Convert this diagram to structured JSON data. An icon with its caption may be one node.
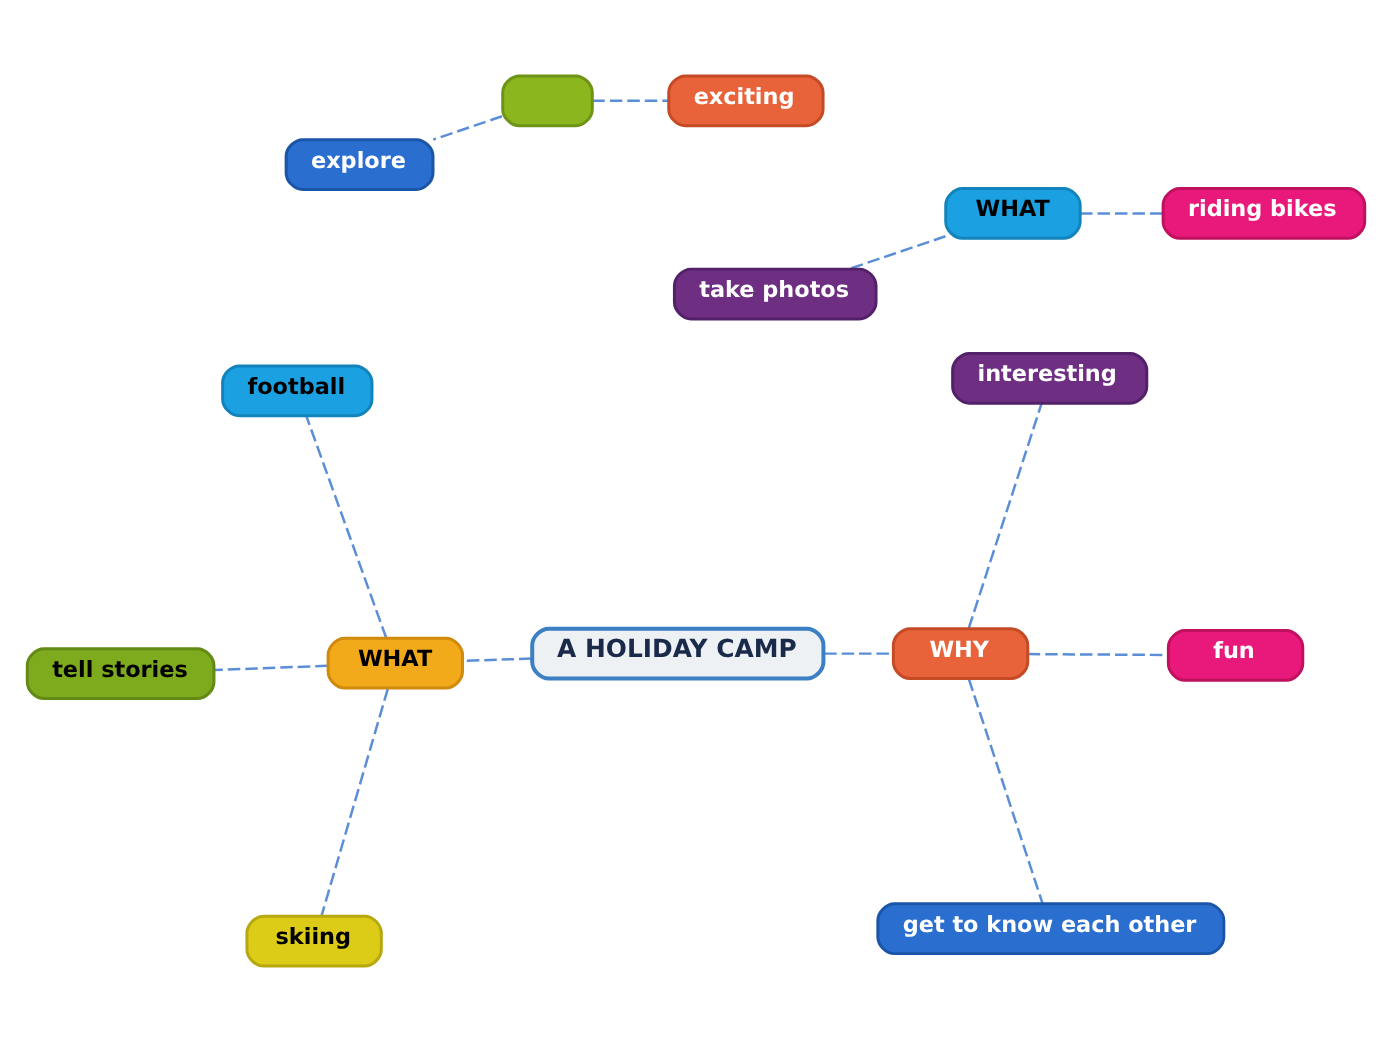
{
  "diagram": {
    "nodes": [
      {
        "text": [
          "WHAT"
        ]
      },
      {
        "text": [],
        "shape": "box"
      },
      {
        "text": [
          "exciting"
        ]
      },
      {
        "text": [
          "riding bikes"
        ]
      },
      {
        "text": [
          "take photos"
        ]
      },
      {
        "text": [
          "explore"
        ]
      },
      {
        "text": [
          "A HOLIDAY CAMP"
        ]
      },
      {
        "text": [
          "fun"
        ]
      },
      {
        "text": [
          "skiing"
        ]
      },
      {
        "text": [
          "WHY"
        ]
      },
      {
        "text": [
          "WHAT"
        ]
      },
      {
        "text": [
          "interesting"
        ]
      },
      {
        "text": [
          "football"
        ]
      },
      {
        "text": [
          "get to know each other"
        ]
      },
      {
        "text": [
          "tell stories"
        ]
      }
    ],
    "edges": [
      {
        "from": 6,
        "to": 10,
        "arrow": "none",
        "style": "dashed"
      },
      {
        "from": 6,
        "to": 9,
        "arrow": "none",
        "style": "dashed"
      },
      {
        "from": 10,
        "to": 8,
        "arrow": "none",
        "style": "dashed"
      },
      {
        "from": 10,
        "to": 12,
        "arrow": "none",
        "style": "dashed"
      },
      {
        "from": 10,
        "to": 14,
        "arrow": "none",
        "style": "dashed"
      },
      {
        "from": 9,
        "to": 7,
        "arrow": "none",
        "style": "dashed"
      },
      {
        "from": 9,
        "to": 11,
        "arrow": "none",
        "style": "dashed"
      },
      {
        "from": 9,
        "to": 13,
        "arrow": "none",
        "style": "dashed"
      },
      {
        "from": 0,
        "to": 4,
        "arrow": "none",
        "style": "dashed"
      },
      {
        "from": 0,
        "to": 3,
        "arrow": "none",
        "style": "dashed"
      },
      {
        "from": 1,
        "to": 2,
        "arrow": "none",
        "style": "dashed"
      },
      {
        "from": 1,
        "to": 5,
        "arrow": "none",
        "style": "dashed"
      }
    ]
  }
}
